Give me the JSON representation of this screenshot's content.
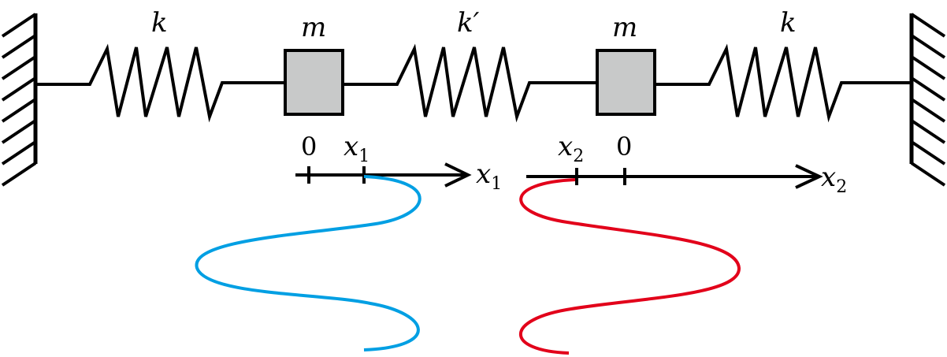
{
  "labels": {
    "spring_left": "k",
    "mass_left": "m",
    "spring_middle": "k′",
    "mass_right": "m",
    "spring_right": "k",
    "axis1_zero": "0",
    "axis1_tick_var": "x",
    "axis1_tick_sub": "1",
    "axis1_name": "x",
    "axis1_name_sub": "1",
    "axis2_zero": "0",
    "axis2_tick_var": "x",
    "axis2_tick_sub": "2",
    "axis2_name": "x",
    "axis2_name_sub": "2"
  },
  "colors": {
    "mass_fill": "#c8c9c9",
    "wave1": "#009fe3",
    "wave2": "#e2001a"
  }
}
